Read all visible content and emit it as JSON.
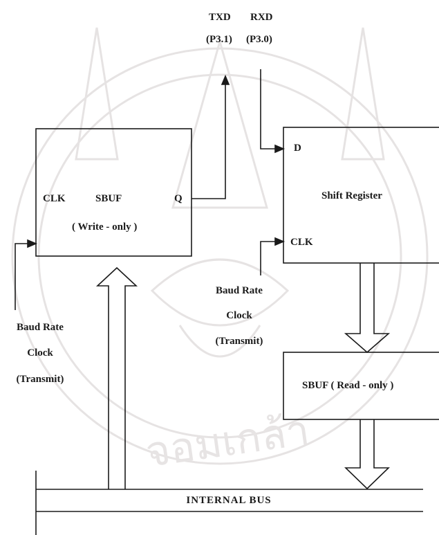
{
  "pins": {
    "txd": "TXD",
    "rxd": "RXD",
    "txd_port": "(P3.1)",
    "rxd_port": "(P3.0)"
  },
  "transmit_buffer": {
    "clk": "CLK",
    "name": "SBUF",
    "output": "Q",
    "mode": "( Write - only )"
  },
  "shift_register": {
    "data_in": "D",
    "name": "Shift Register",
    "clk": "CLK"
  },
  "receive_clock": {
    "line1": "Baud Rate",
    "line2": "Clock",
    "line3": "(Transmit)"
  },
  "transmit_clock": {
    "line1": "Baud Rate",
    "line2": "Clock",
    "line3": "(Transmit)"
  },
  "receive_buffer": {
    "name": "SBUF ( Read - only )"
  },
  "bus": {
    "label": "INTERNAL BUS"
  },
  "watermark": {
    "text": "จอมเกล้า"
  },
  "colors": {
    "ink": "#1a1a1a",
    "watermark": "#e2dfdf"
  }
}
